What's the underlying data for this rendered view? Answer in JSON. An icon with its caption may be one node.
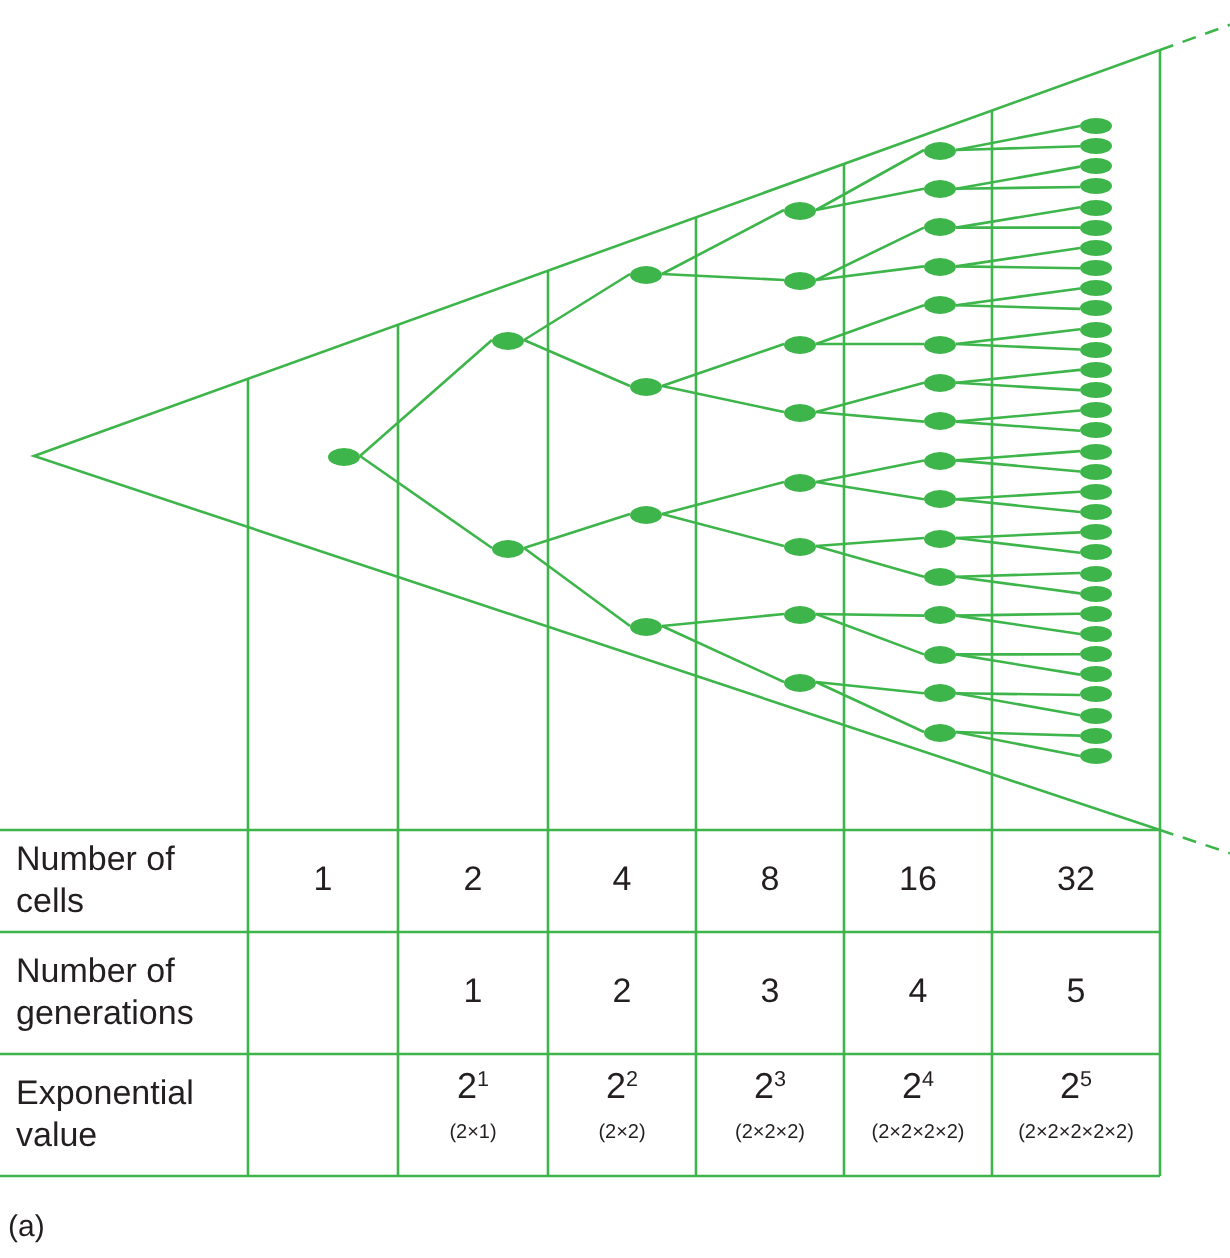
{
  "diagram": {
    "nodes": [
      {
        "text": [],
        "shape": "ellipse"
      },
      {
        "text": [],
        "shape": "ellipse"
      },
      {
        "text": [],
        "shape": "ellipse"
      },
      {
        "text": [],
        "shape": "ellipse"
      },
      {
        "text": [],
        "shape": "ellipse"
      },
      {
        "text": [],
        "shape": "ellipse"
      },
      {
        "text": [],
        "shape": "ellipse"
      },
      {
        "text": [],
        "shape": "ellipse"
      },
      {
        "text": [],
        "shape": "ellipse"
      },
      {
        "text": [],
        "shape": "ellipse"
      },
      {
        "text": [],
        "shape": "ellipse"
      },
      {
        "text": [],
        "shape": "ellipse"
      },
      {
        "text": [],
        "shape": "ellipse"
      },
      {
        "text": [],
        "shape": "ellipse"
      },
      {
        "text": [],
        "shape": "ellipse"
      },
      {
        "text": [],
        "shape": "ellipse"
      },
      {
        "text": [],
        "shape": "ellipse"
      },
      {
        "text": [],
        "shape": "ellipse"
      },
      {
        "text": [],
        "shape": "ellipse"
      },
      {
        "text": [],
        "shape": "ellipse"
      },
      {
        "text": [],
        "shape": "ellipse"
      },
      {
        "text": [],
        "shape": "ellipse"
      },
      {
        "text": [],
        "shape": "ellipse"
      },
      {
        "text": [],
        "shape": "ellipse"
      },
      {
        "text": [],
        "shape": "ellipse"
      },
      {
        "text": [],
        "shape": "ellipse"
      },
      {
        "text": [],
        "shape": "ellipse"
      },
      {
        "text": [],
        "shape": "ellipse"
      },
      {
        "text": [],
        "shape": "ellipse"
      },
      {
        "text": [],
        "shape": "ellipse"
      },
      {
        "text": [],
        "shape": "ellipse"
      },
      {
        "text": [],
        "shape": "ellipse"
      },
      {
        "text": [],
        "shape": "ellipse"
      },
      {
        "text": [],
        "shape": "ellipse"
      },
      {
        "text": [],
        "shape": "ellipse"
      },
      {
        "text": [],
        "shape": "ellipse"
      },
      {
        "text": [],
        "shape": "ellipse"
      },
      {
        "text": [],
        "shape": "ellipse"
      },
      {
        "text": [],
        "shape": "ellipse"
      },
      {
        "text": [],
        "shape": "ellipse"
      },
      {
        "text": [],
        "shape": "ellipse"
      },
      {
        "text": [],
        "shape": "ellipse"
      },
      {
        "text": [],
        "shape": "ellipse"
      },
      {
        "text": [],
        "shape": "ellipse"
      },
      {
        "text": [],
        "shape": "ellipse"
      },
      {
        "text": [],
        "shape": "ellipse"
      },
      {
        "text": [],
        "shape": "ellipse"
      },
      {
        "text": [],
        "shape": "ellipse"
      },
      {
        "text": [],
        "shape": "ellipse"
      },
      {
        "text": [],
        "shape": "ellipse"
      },
      {
        "text": [],
        "shape": "ellipse"
      },
      {
        "text": [],
        "shape": "ellipse"
      },
      {
        "text": [],
        "shape": "ellipse"
      },
      {
        "text": [],
        "shape": "ellipse"
      },
      {
        "text": [],
        "shape": "ellipse"
      },
      {
        "text": [],
        "shape": "ellipse"
      },
      {
        "text": [],
        "shape": "ellipse"
      },
      {
        "text": [],
        "shape": "ellipse"
      },
      {
        "text": [],
        "shape": "ellipse"
      },
      {
        "text": [],
        "shape": "ellipse"
      },
      {
        "text": [],
        "shape": "ellipse"
      },
      {
        "text": [],
        "shape": "ellipse"
      },
      {
        "text": [],
        "shape": "ellipse"
      }
    ],
    "edges": [
      {
        "from": 0,
        "to": 1,
        "arrow": "none"
      },
      {
        "from": 0,
        "to": 2,
        "arrow": "none"
      },
      {
        "from": 1,
        "to": 3,
        "arrow": "none"
      },
      {
        "from": 1,
        "to": 4,
        "arrow": "none"
      },
      {
        "from": 2,
        "to": 5,
        "arrow": "none"
      },
      {
        "from": 2,
        "to": 6,
        "arrow": "none"
      },
      {
        "from": 3,
        "to": 7,
        "arrow": "none"
      },
      {
        "from": 3,
        "to": 8,
        "arrow": "none"
      },
      {
        "from": 4,
        "to": 9,
        "arrow": "none"
      },
      {
        "from": 4,
        "to": 10,
        "arrow": "none"
      },
      {
        "from": 5,
        "to": 11,
        "arrow": "none"
      },
      {
        "from": 5,
        "to": 12,
        "arrow": "none"
      },
      {
        "from": 6,
        "to": 13,
        "arrow": "none"
      },
      {
        "from": 6,
        "to": 14,
        "arrow": "none"
      },
      {
        "from": 7,
        "to": 15,
        "arrow": "none"
      },
      {
        "from": 7,
        "to": 16,
        "arrow": "none"
      },
      {
        "from": 8,
        "to": 17,
        "arrow": "none"
      },
      {
        "from": 8,
        "to": 18,
        "arrow": "none"
      },
      {
        "from": 9,
        "to": 19,
        "arrow": "none"
      },
      {
        "from": 9,
        "to": 20,
        "arrow": "none"
      },
      {
        "from": 10,
        "to": 21,
        "arrow": "none"
      },
      {
        "from": 10,
        "to": 22,
        "arrow": "none"
      },
      {
        "from": 11,
        "to": 23,
        "arrow": "none"
      },
      {
        "from": 11,
        "to": 24,
        "arrow": "none"
      },
      {
        "from": 12,
        "to": 25,
        "arrow": "none"
      },
      {
        "from": 12,
        "to": 26,
        "arrow": "none"
      },
      {
        "from": 13,
        "to": 27,
        "arrow": "none"
      },
      {
        "from": 13,
        "to": 28,
        "arrow": "none"
      },
      {
        "from": 14,
        "to": 29,
        "arrow": "none"
      },
      {
        "from": 14,
        "to": 30,
        "arrow": "none"
      },
      {
        "from": 15,
        "to": 31,
        "arrow": "none"
      },
      {
        "from": 15,
        "to": 32,
        "arrow": "none"
      },
      {
        "from": 16,
        "to": 33,
        "arrow": "none"
      },
      {
        "from": 16,
        "to": 34,
        "arrow": "none"
      },
      {
        "from": 17,
        "to": 35,
        "arrow": "none"
      },
      {
        "from": 17,
        "to": 36,
        "arrow": "none"
      },
      {
        "from": 18,
        "to": 37,
        "arrow": "none"
      },
      {
        "from": 18,
        "to": 38,
        "arrow": "none"
      },
      {
        "from": 19,
        "to": 39,
        "arrow": "none"
      },
      {
        "from": 19,
        "to": 40,
        "arrow": "none"
      },
      {
        "from": 20,
        "to": 41,
        "arrow": "none"
      },
      {
        "from": 20,
        "to": 42,
        "arrow": "none"
      },
      {
        "from": 21,
        "to": 43,
        "arrow": "none"
      },
      {
        "from": 21,
        "to": 44,
        "arrow": "none"
      },
      {
        "from": 22,
        "to": 45,
        "arrow": "none"
      },
      {
        "from": 22,
        "to": 46,
        "arrow": "none"
      },
      {
        "from": 23,
        "to": 47,
        "arrow": "none"
      },
      {
        "from": 23,
        "to": 48,
        "arrow": "none"
      },
      {
        "from": 24,
        "to": 49,
        "arrow": "none"
      },
      {
        "from": 24,
        "to": 50,
        "arrow": "none"
      },
      {
        "from": 25,
        "to": 51,
        "arrow": "none"
      },
      {
        "from": 25,
        "to": 52,
        "arrow": "none"
      },
      {
        "from": 26,
        "to": 53,
        "arrow": "none"
      },
      {
        "from": 26,
        "to": 54,
        "arrow": "none"
      },
      {
        "from": 27,
        "to": 55,
        "arrow": "none"
      },
      {
        "from": 27,
        "to": 56,
        "arrow": "none"
      },
      {
        "from": 28,
        "to": 57,
        "arrow": "none"
      },
      {
        "from": 28,
        "to": 58,
        "arrow": "none"
      },
      {
        "from": 29,
        "to": 59,
        "arrow": "none"
      },
      {
        "from": 29,
        "to": 60,
        "arrow": "none"
      },
      {
        "from": 30,
        "to": 61,
        "arrow": "none"
      },
      {
        "from": 30,
        "to": 62,
        "arrow": "none"
      }
    ],
    "labels": [
      "Number of cells",
      "1",
      "2",
      "4",
      "8",
      "16",
      "32",
      "Number of generations",
      "1",
      "2",
      "3",
      "4",
      "5",
      "Exponential value",
      "2$^{1}$",
      "(2×1)",
      "2$^{2}$",
      "(2×2)",
      "2$^{3}$",
      "(2×2×2)",
      "2$^{4}$",
      "(2×2×2×2)",
      "2$^{5}$",
      "(2×2×2×2×2)",
      "(a)"
    ]
  }
}
